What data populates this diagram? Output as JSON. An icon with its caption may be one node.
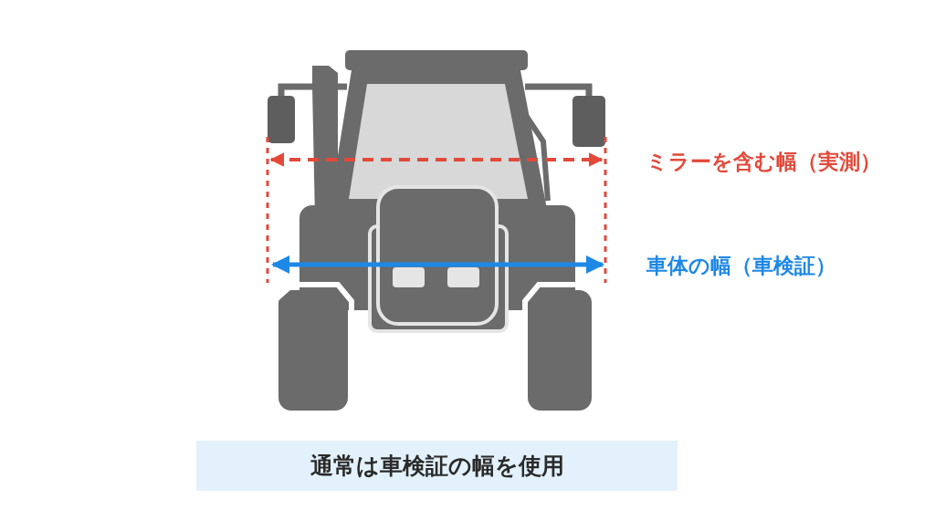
{
  "diagram": {
    "nodes": [
      {
        "text": [
          "通常は車検証の幅を使用"
        ]
      }
    ],
    "labels": [
      "ミラーを含む幅（実測）",
      "車体の幅（車検証）"
    ]
  }
}
